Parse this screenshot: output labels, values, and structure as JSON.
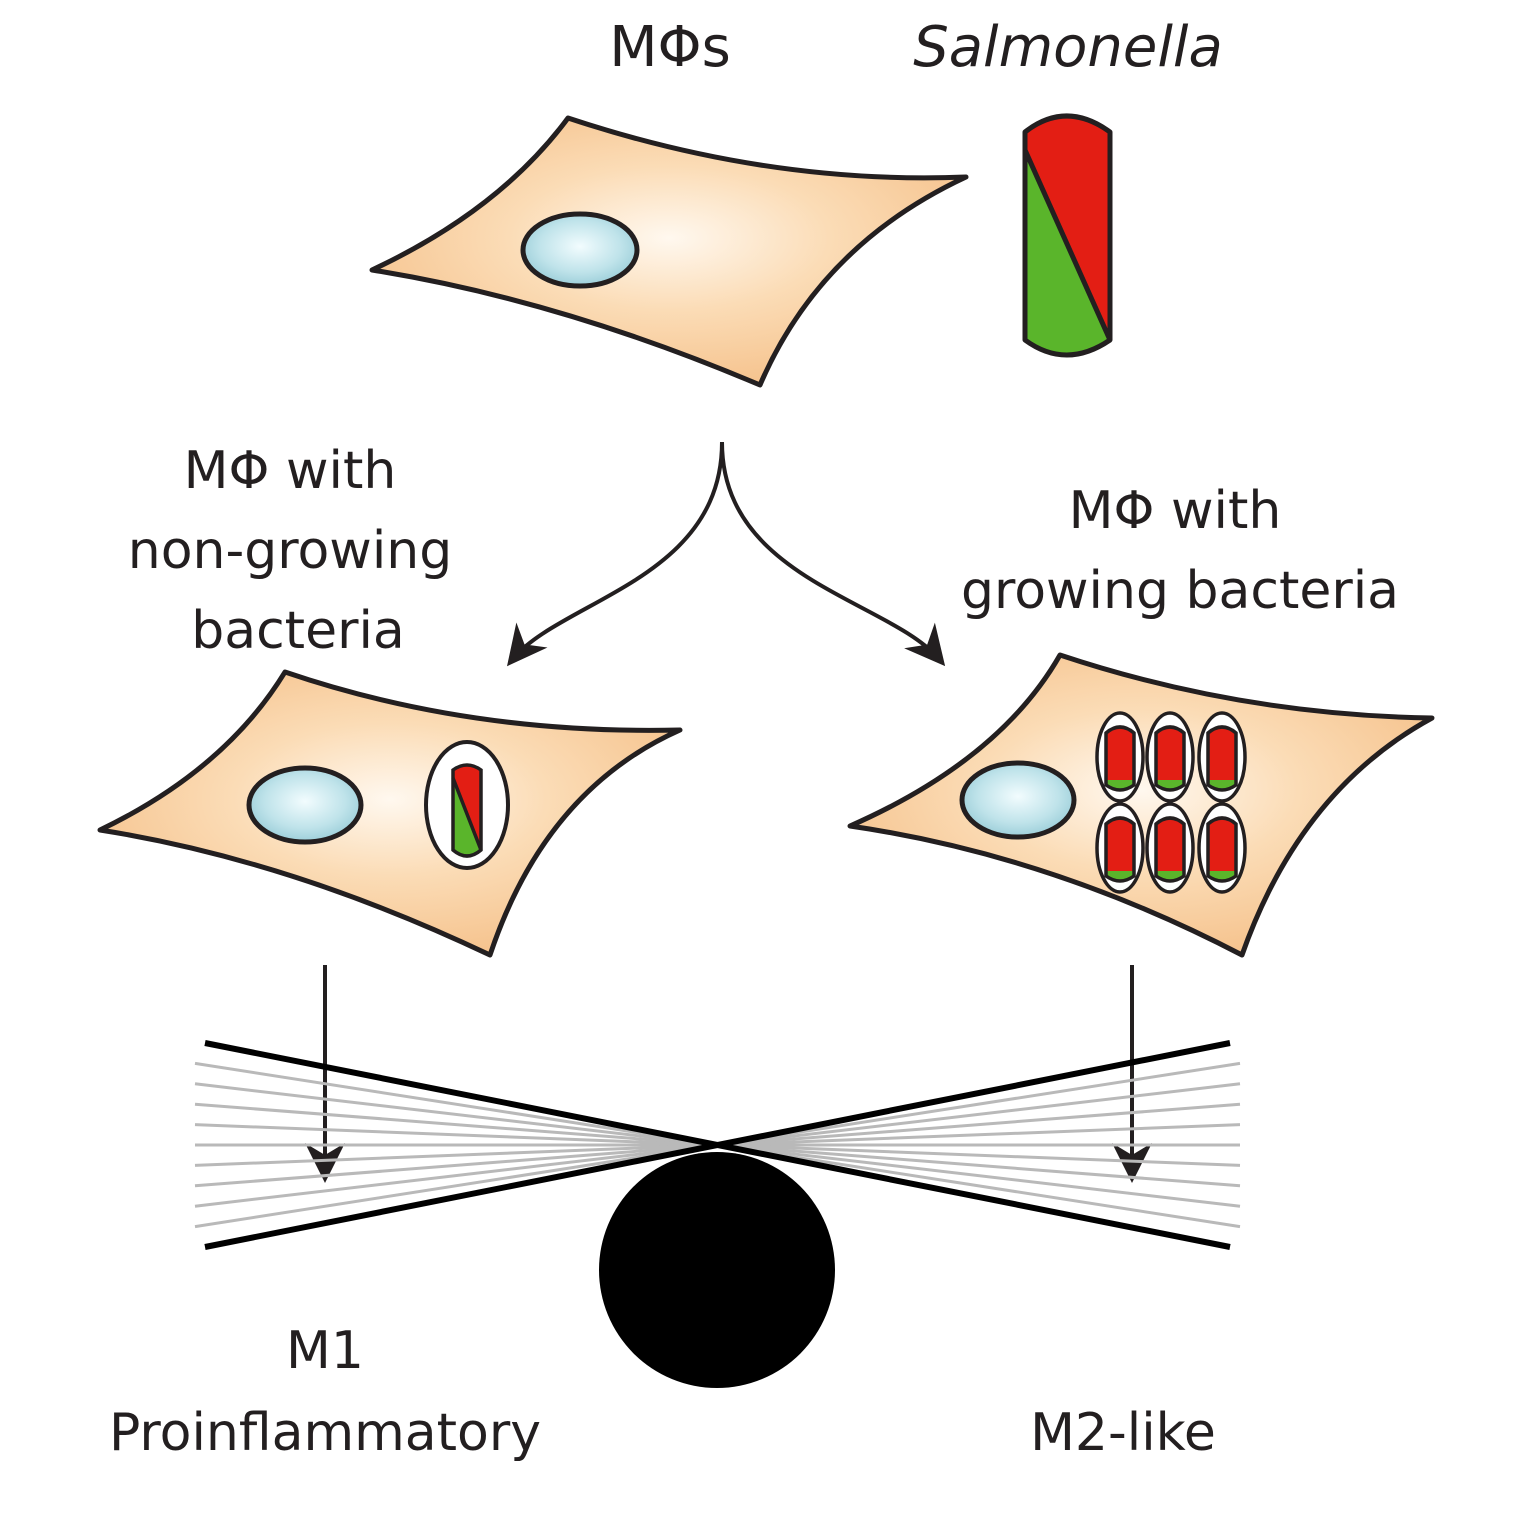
{
  "labels": {
    "macrophages": "MΦs",
    "bacterium": "Salmonella",
    "nongrowing_line1": "MΦ with",
    "nongrowing_line2": "non-growing",
    "nongrowing_line3": "bacteria",
    "growing_line1": "MΦ with",
    "growing_line2": "growing bacteria",
    "m1_line1": "M1",
    "m1_line2": "Proinflammatory",
    "m2": "M2-like"
  },
  "colors": {
    "cell_fill": "#f7c894",
    "cell_center": "#fff6ec",
    "nucleus": "#a9d6e0",
    "nucleus_center": "#eefafd",
    "bacteria_red": "#e31e14",
    "bacteria_green": "#5ab52b",
    "outline": "#231f20",
    "fan_lines": "#b9b9b9",
    "fulcrum": "#000000"
  },
  "icons": {
    "balance": "seesaw-icon",
    "bacterium": "rod-bacterium-icon",
    "cell": "macrophage-cell-icon"
  }
}
